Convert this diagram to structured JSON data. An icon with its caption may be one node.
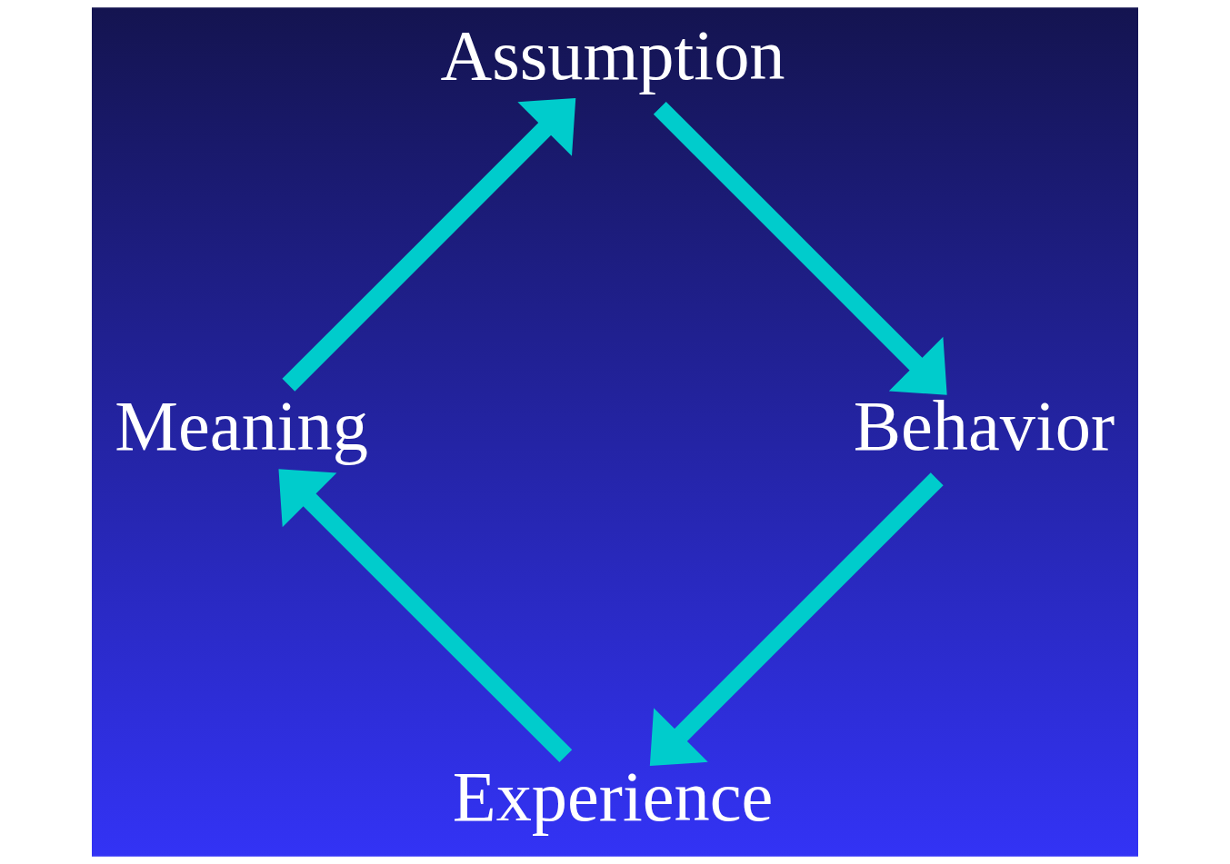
{
  "diagram": {
    "nodes": [
      {
        "text": [
          "Experience"
        ]
      },
      {
        "text": [
          "Meaning"
        ]
      },
      {
        "text": [
          "Assumption"
        ]
      },
      {
        "text": [
          "Behavior"
        ]
      }
    ],
    "edges": [
      {
        "from": 0,
        "to": 1,
        "arrow": "to"
      },
      {
        "from": 1,
        "to": 2,
        "arrow": "to"
      },
      {
        "from": 2,
        "to": 3,
        "arrow": "to"
      },
      {
        "from": 3,
        "to": 0,
        "arrow": "to"
      }
    ]
  }
}
